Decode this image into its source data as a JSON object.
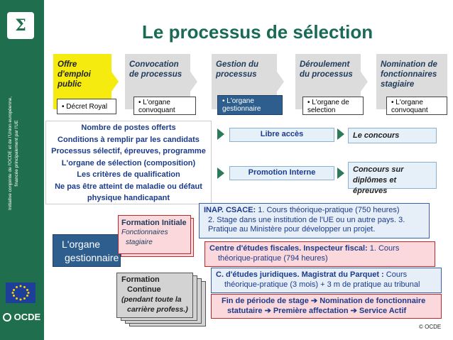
{
  "sidebar": {
    "logo_glyph": "Σ",
    "funding_text_line1": "Initiative conjointe de l'OCDE et de l'Union européenne,",
    "funding_text_line2": "financée principalement par l'UE",
    "oecd_logo_text": "OCDE"
  },
  "title": "Le processus de sélection",
  "steps": [
    {
      "label": "Offre d'emploi public",
      "detail": "• Décret Royal"
    },
    {
      "label": "Convocation de processus",
      "detail": "• L'organe convoquant"
    },
    {
      "label": "Gestion du processus",
      "detail": "• L'organe gestionnaire"
    },
    {
      "label": "Déroulement du processus",
      "detail": "• L'organe de selection"
    },
    {
      "label": "Nomination de fonctionnaires stagiaire",
      "detail": "• L'organe convoquant"
    }
  ],
  "criteria": [
    "Nombre de postes offerts",
    "Conditions à remplir par les candidats",
    "Processus sélectif, épreuves, programme",
    "L'organe de sélection (composition)",
    "Les critères de qualification",
    "Ne pas être atteint de maladie ou défaut",
    "physique handicapant"
  ],
  "paths": {
    "free_access": "Libre accès",
    "internal_promotion": "Promotion Interne"
  },
  "outcomes": {
    "concours": "Le concours",
    "concours_diplomes": "Concours sur diplômes et épreuves"
  },
  "organ": {
    "line1": "L'organe",
    "line2": "gestionnaire"
  },
  "formation_initiale": {
    "title": "Formation Initiale",
    "line1": "Fonctionnaires",
    "line2": "stagiaire"
  },
  "formation_continue": {
    "line1": "Formation",
    "line2": "Continue",
    "line3": "(pendant toute la",
    "line4": "carrière  profess.)"
  },
  "inap": {
    "head": "INAP.  CSACE:",
    "line1": " 1. Cours théorique-pratique  (750 heures)",
    "line2": "2. Stage dans une institution de l'UE ou un autre pays. 3.",
    "line3": "Pratique au Ministère pour développer un projet."
  },
  "csf": {
    "head": "Centre d'études fiscales. Inspecteur fiscal:",
    "line1": " 1. Cours",
    "line2": "théorique-pratique  (794 heures)"
  },
  "cej": {
    "head": "C. d'études juridiques. Magistrat du Parquet :",
    "line1": " Cours",
    "line2": "théorique-pratique (3 mois) + 3 m de pratique au tribunal"
  },
  "fin": {
    "line1": "Fin de période de stage ➔ Nomination de fonctionnaire",
    "line2": "statutaire ➔ Première affectation ➔ Service Actif"
  },
  "copyright": "© OCDE"
}
